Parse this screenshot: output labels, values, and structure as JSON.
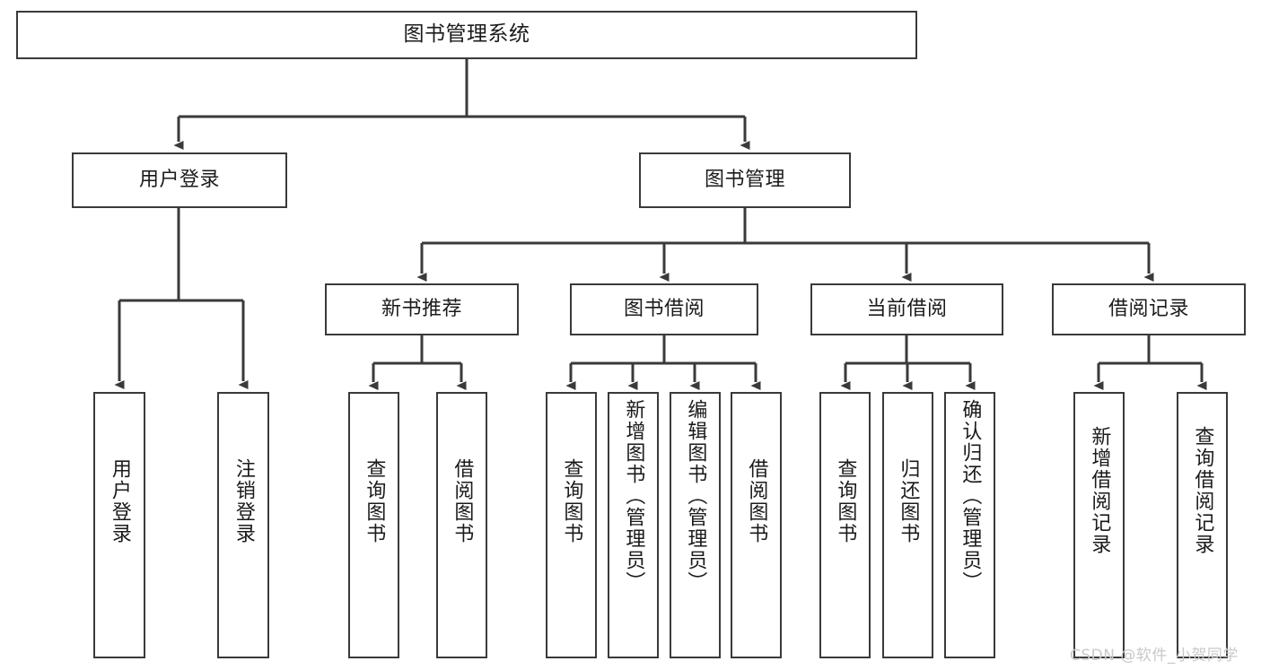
{
  "diagram": {
    "title": "图书管理系统",
    "type": "tree-hierarchy-diagram",
    "watermark": "CSDN @软件_小贺同学",
    "colors": {
      "box_border": "#3a3a3a",
      "box_fill": "#ffffff",
      "connector": "#3a3a3a",
      "text": "#1b1b1b",
      "watermark": "#c9c9c9",
      "background": "#ffffff"
    },
    "levels": {
      "root": "图书管理系统",
      "level2": [
        "用户登录",
        "图书管理"
      ],
      "level3": [
        "新书推荐",
        "图书借阅",
        "当前借阅",
        "借阅记录"
      ]
    },
    "nodes": {
      "root": {
        "label": "图书管理系统",
        "orientation": "horizontal"
      },
      "user_login": {
        "label": "用户登录",
        "orientation": "horizontal"
      },
      "book_manage": {
        "label": "图书管理",
        "orientation": "horizontal"
      },
      "new_book_rec": {
        "label": "新书推荐",
        "orientation": "horizontal"
      },
      "book_borrow": {
        "label": "图书借阅",
        "orientation": "horizontal"
      },
      "current_borrow": {
        "label": "当前借阅",
        "orientation": "horizontal"
      },
      "borrow_record": {
        "label": "借阅记录",
        "orientation": "horizontal"
      },
      "leaf_user_login": {
        "label": "用户登录",
        "orientation": "vertical"
      },
      "leaf_logout": {
        "label": "注销登录",
        "orientation": "vertical"
      },
      "leaf_query_book_a": {
        "label": "查询图书",
        "orientation": "vertical"
      },
      "leaf_borrow_book_a": {
        "label": "借阅图书",
        "orientation": "vertical"
      },
      "leaf_query_book_b": {
        "label": "查询图书",
        "orientation": "vertical"
      },
      "leaf_add_book": {
        "label": "新增图书（管理员）",
        "orientation": "vertical"
      },
      "leaf_edit_book": {
        "label": "编辑图书（管理员）",
        "orientation": "vertical"
      },
      "leaf_borrow_book_b": {
        "label": "借阅图书",
        "orientation": "vertical"
      },
      "leaf_query_book_c": {
        "label": "查询图书",
        "orientation": "vertical"
      },
      "leaf_return_book": {
        "label": "归还图书",
        "orientation": "vertical"
      },
      "leaf_confirm_return": {
        "label": "确认归还（管理员）",
        "orientation": "vertical"
      },
      "leaf_add_record": {
        "label": "新增借阅记录",
        "orientation": "vertical"
      },
      "leaf_query_record": {
        "label": "查询借阅记录",
        "orientation": "vertical"
      }
    },
    "edges": [
      {
        "from": "图书管理系统",
        "to": "用户登录"
      },
      {
        "from": "图书管理系统",
        "to": "图书管理"
      },
      {
        "from": "用户登录",
        "to": "用户登录"
      },
      {
        "from": "用户登录",
        "to": "注销登录"
      },
      {
        "from": "图书管理",
        "to": "新书推荐"
      },
      {
        "from": "图书管理",
        "to": "图书借阅"
      },
      {
        "from": "图书管理",
        "to": "当前借阅"
      },
      {
        "from": "图书管理",
        "to": "借阅记录"
      },
      {
        "from": "新书推荐",
        "to": "查询图书"
      },
      {
        "from": "新书推荐",
        "to": "借阅图书"
      },
      {
        "from": "图书借阅",
        "to": "查询图书"
      },
      {
        "from": "图书借阅",
        "to": "新增图书（管理员）"
      },
      {
        "from": "图书借阅",
        "to": "编辑图书（管理员）"
      },
      {
        "from": "图书借阅",
        "to": "借阅图书"
      },
      {
        "from": "当前借阅",
        "to": "查询图书"
      },
      {
        "from": "当前借阅",
        "to": "归还图书"
      },
      {
        "from": "当前借阅",
        "to": "确认归还（管理员）"
      },
      {
        "from": "借阅记录",
        "to": "新增借阅记录"
      },
      {
        "from": "借阅记录",
        "to": "查询借阅记录"
      }
    ]
  }
}
